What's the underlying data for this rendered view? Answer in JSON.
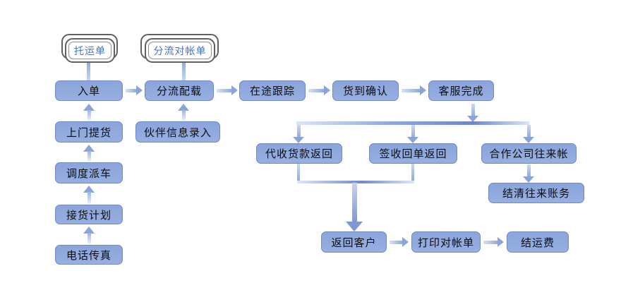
{
  "nodes": {
    "doc_consignment_note": "托运单",
    "doc_split_statement": "分流对帐单",
    "order_entry": "入单",
    "split_loading": "分流配载",
    "in_transit_tracking": "在途跟踪",
    "arrival_confirmation": "货到确认",
    "customer_service_complete": "客服完成",
    "door_pickup": "上门提货",
    "dispatch_vehicle": "调度派车",
    "receiving_plan": "接货计划",
    "phone_fax": "电话传真",
    "partner_info_entry": "伙伴信息录入",
    "cod_payment_return": "代收货款返回",
    "signed_receipt_return": "签收回单返回",
    "partner_company_accounts": "合作公司往来帐",
    "settle_accounts": "结清往来账务",
    "return_to_customer": "返回客户",
    "print_statement": "打印对帐单",
    "settle_freight": "结运费"
  },
  "colors": {
    "node_fill": "#8EA9DB",
    "node_border": "#7187CB",
    "connector": "#8CA6DA",
    "connector_dark": "#6D87C7",
    "document_border": "#616161",
    "document_text": "#4472C4",
    "node_text": "#0D0D0D",
    "background": "#FFFFFF"
  },
  "edges": [
    {
      "from": "doc_consignment_note",
      "to": "order_entry"
    },
    {
      "from": "doc_split_statement",
      "to": "split_loading"
    },
    {
      "from": "order_entry",
      "to": "split_loading"
    },
    {
      "from": "split_loading",
      "to": "in_transit_tracking"
    },
    {
      "from": "in_transit_tracking",
      "to": "arrival_confirmation"
    },
    {
      "from": "arrival_confirmation",
      "to": "customer_service_complete"
    },
    {
      "from": "phone_fax",
      "to": "receiving_plan"
    },
    {
      "from": "receiving_plan",
      "to": "dispatch_vehicle"
    },
    {
      "from": "dispatch_vehicle",
      "to": "door_pickup"
    },
    {
      "from": "door_pickup",
      "to": "order_entry"
    },
    {
      "from": "partner_info_entry",
      "to": "split_loading"
    },
    {
      "from": "customer_service_complete",
      "to": "cod_payment_return"
    },
    {
      "from": "customer_service_complete",
      "to": "signed_receipt_return"
    },
    {
      "from": "customer_service_complete",
      "to": "partner_company_accounts"
    },
    {
      "from": "partner_company_accounts",
      "to": "settle_accounts"
    },
    {
      "from": "cod_payment_return",
      "to": "return_to_customer"
    },
    {
      "from": "signed_receipt_return",
      "to": "return_to_customer"
    },
    {
      "from": "return_to_customer",
      "to": "print_statement"
    },
    {
      "from": "print_statement",
      "to": "settle_freight"
    }
  ]
}
